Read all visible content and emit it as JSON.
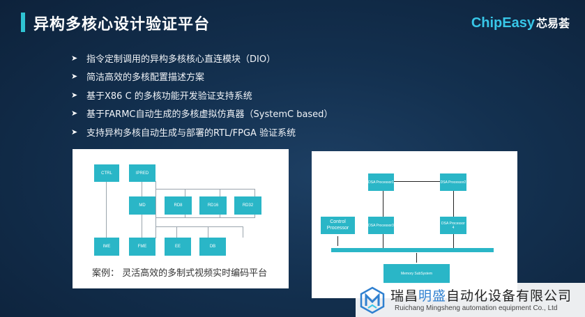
{
  "header": {
    "title": "异构多核心设计验证平台"
  },
  "logo": {
    "en": "ChipEasy",
    "cn": "芯易荟"
  },
  "bullets": [
    "指令定制调用的异构多核核心直连模块（DIO）",
    "简洁高效的多核配置描述方案",
    "基于X86 C 的多核功能开发验证支持系统",
    "基于FARMC自动生成的多核虚拟仿真器（SystemC based）",
    "支持异构多核自动生成与部署的RTL/FPGA 验证系统"
  ],
  "left_diagram": {
    "blocks": {
      "ctrl": "CTRL",
      "ipred": "IPRED",
      "md": "MD",
      "rd8": "RD8",
      "rd16": "RD16",
      "rd32": "RD32",
      "ime": "IME",
      "fme": "FME",
      "ee": "EE",
      "db": "DB"
    },
    "caption": "案例：  灵活高效的多制式视频实时编码平台"
  },
  "right_diagram": {
    "dsa1": "DSA Processor1",
    "dsa2": "DSA Processor2",
    "dsa3": "DSA Processor3",
    "dsa4": "DSA Processor 4",
    "control": "Control Processor",
    "memory": "Memory SubSystem"
  },
  "watermark": {
    "cn_pre": "瑞昌",
    "cn_hl": "明盛",
    "cn_post": "自动化设备有限公司",
    "en": "Ruichang Mingsheng automation equipment Co., Ltd"
  },
  "colors": {
    "background": "#13304f",
    "accent": "#2fc3d3",
    "block": "#2ab6c7"
  }
}
